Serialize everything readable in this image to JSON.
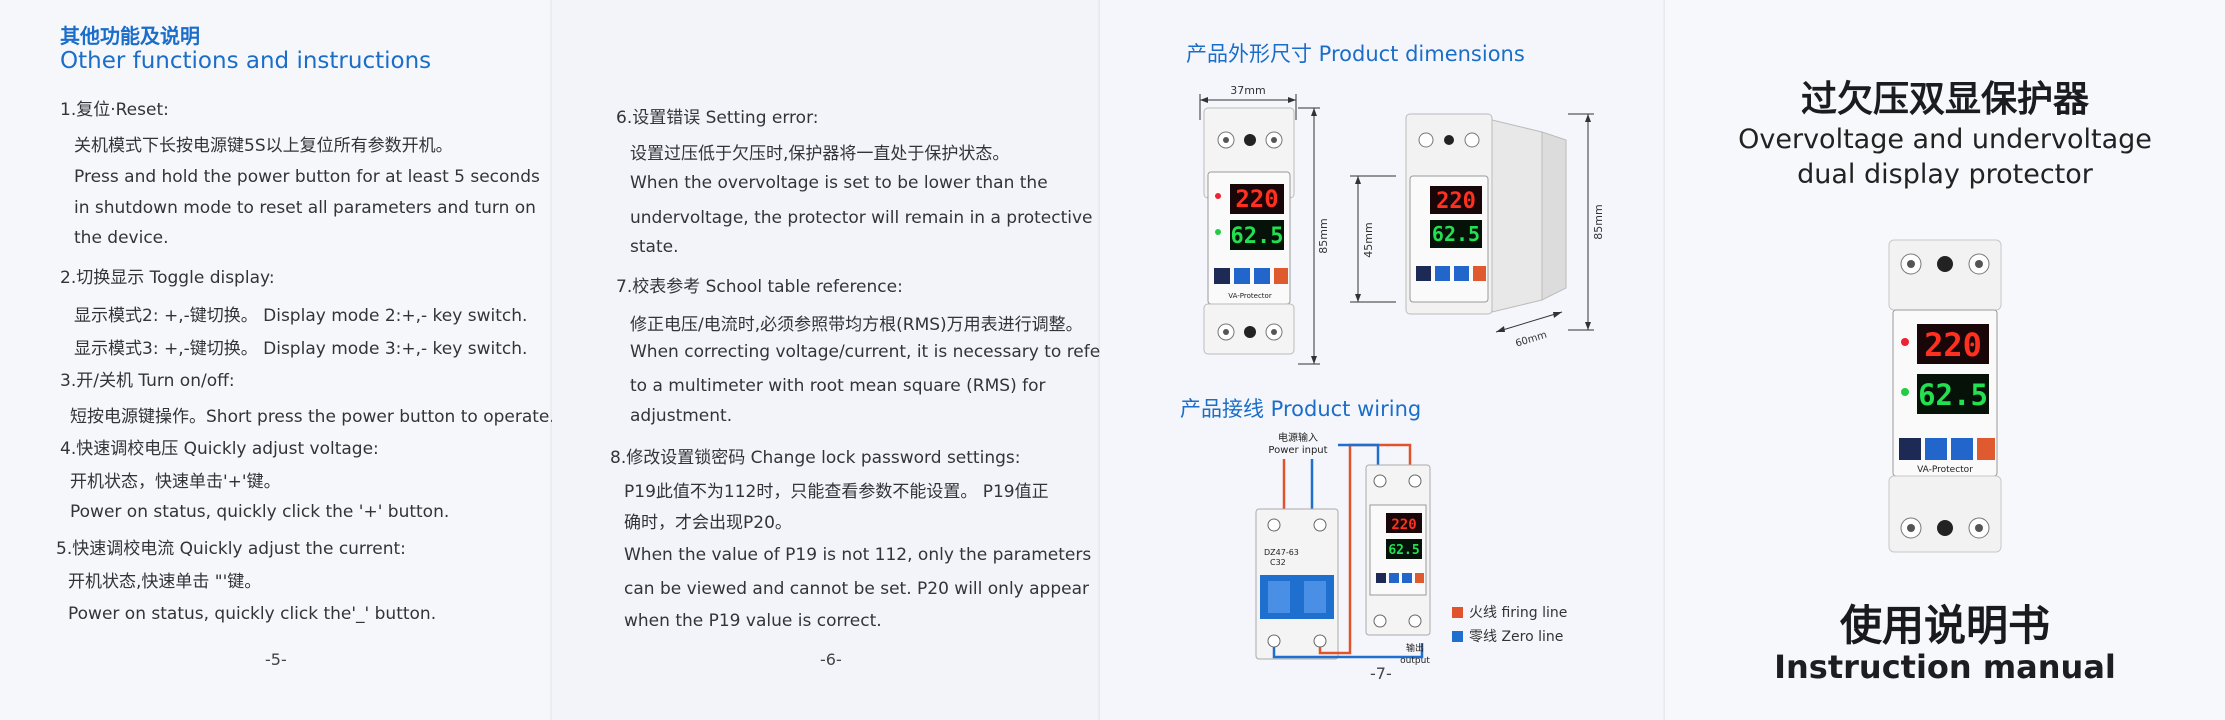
{
  "page5": {
    "title_cn": "其他功能及说明",
    "title_en": "Other functions and instructions",
    "lines": [
      "1.复位·Reset:",
      "关机模式下长按电源键5S以上复位所有参数开机。",
      "Press and hold the power button for at least 5 seconds",
      "in shutdown mode to reset all parameters and turn on",
      "the device.",
      "2.切换显示  Toggle display:",
      "显示模式2:  +,-键切换。 Display mode 2:+,- key switch.",
      "显示模式3:  +,-键切换。 Display mode 3:+,- key switch.",
      "3.开/关机 Turn on/off:",
      "短按电源键操作。Short press the power button to operate.",
      "4.快速调校电压 Quickly adjust voltage:",
      "开机状态，快速单击'+'键。",
      "Power on status, quickly click the '+' button.",
      "5.快速调校电流 Quickly adjust the current:",
      "开机状态,快速单击 \"'键。",
      "Power on status, quickly click the'_' button."
    ],
    "page_number": "-5-"
  },
  "page6": {
    "lines": [
      "6.设置错误 Setting error:",
      "设置过压低于欠压时,保护器将一直处于保护状态。",
      "When  the overvoltage is set to be lower than the",
      "undervoltage, the protector will remain in a protective",
      "state.",
      "7.校表参考 School table reference:",
      "修正电压/电流时,必须参照带均方根(RMS)万用表进行调整。",
      "When correcting voltage/current, it is necessary to refer",
      "to a  multimeter  with  root  mean  square  (RMS)  for",
      "adjustment.",
      "8.修改设置锁密码  Change lock password settings:",
      "P19此值不为112时，只能查看参数不能设置。 P19值正",
      "确时，才会出现P20。",
      "When the value of P19 is not 112, only the parameters",
      "can be viewed and cannot be set. P20 will only appear",
      "when the P19 value is correct."
    ],
    "page_number": "-6-"
  },
  "page7": {
    "dim_title": "产品外形尺寸 Product dimensions",
    "dim_width": "37mm",
    "dim_height": "85mm",
    "dim_inner": "45mm",
    "dim_side": "85mm",
    "dim_depth": "60mm",
    "display_top": "220",
    "display_bottom": "62.5",
    "brand": "VA-Protector",
    "wiring_title": "产品接线 Product wiring",
    "power_input_cn": "电源输入",
    "power_input_en": "Power input",
    "output_cn": "输出",
    "output_en": "output",
    "breaker_label": "DZ47-63",
    "breaker_rating": "C32",
    "legend_fire": "火线 firing line",
    "legend_zero": "零线 Zero line",
    "page_number": "-7-",
    "colors": {
      "fire": "#e0532c",
      "zero": "#1f6fcf",
      "accent": "#1a6ec9"
    }
  },
  "cover": {
    "title_cn": "过欠压双显保护器",
    "title_en_1": "Overvoltage and undervoltage",
    "title_en_2": "dual display protector",
    "display_top": "220",
    "display_bottom": "62.5",
    "brand": "VA-Protector",
    "manual_cn": "使用说明书",
    "manual_en": "Instruction manual"
  }
}
